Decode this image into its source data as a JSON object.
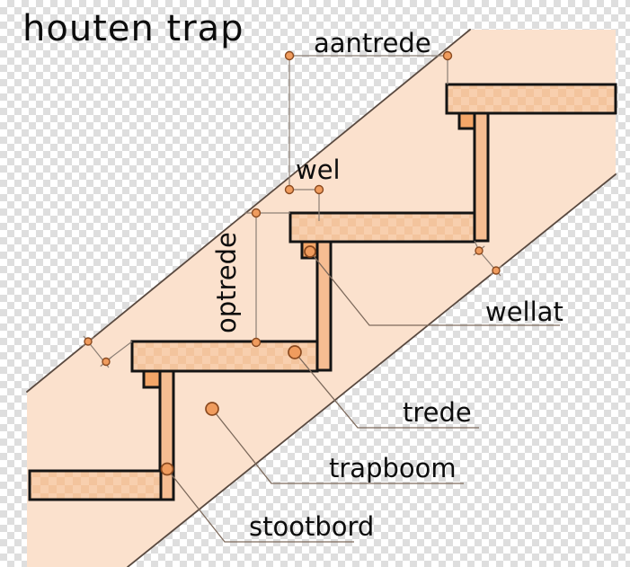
{
  "title": "houten trap",
  "labels": {
    "aantrede": "aantrede",
    "wel": "wel",
    "optrede": "optrede",
    "wellat": "wellat",
    "trede": "trede",
    "trapboom": "trapboom",
    "stootbord": "stootbord"
  },
  "colors": {
    "checker": "#dedede",
    "band": "#fbe1cd",
    "band_edge": "#5a4a40",
    "tread": "#f8cfae",
    "tread_dark": "#f3c49d",
    "wellat_block": "#f4a668",
    "riser": "#f6bd92",
    "outline": "#141414",
    "thin_line": "#8c7f75",
    "leader": "#7d6a5c",
    "dot_fill": "#f09c5e",
    "dot_stroke": "#8a4a20",
    "text": "#0d0d0d"
  }
}
